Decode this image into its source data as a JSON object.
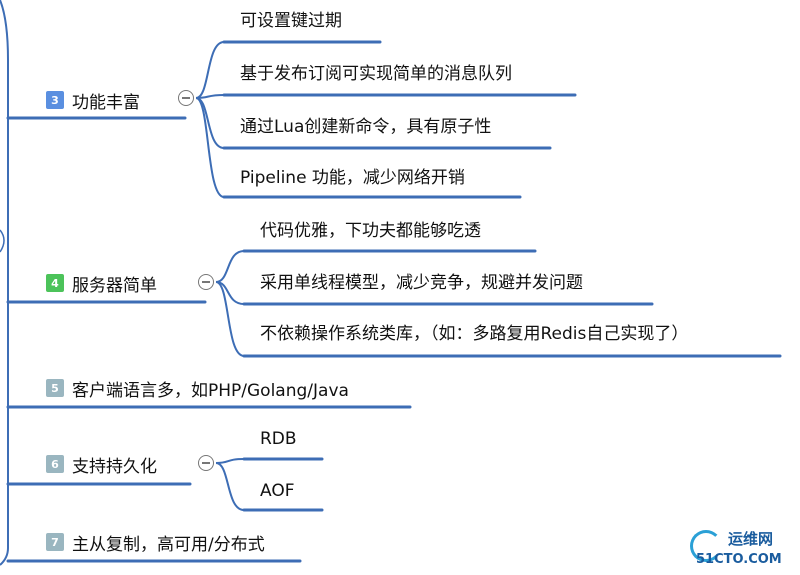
{
  "colors": {
    "connector": "#3d6db5",
    "badge_3": "#5a8fe0",
    "badge_4": "#4cc35a",
    "badge_gray": "#9ab6c0",
    "watermark": "#1a5c9e"
  },
  "branches": [
    {
      "number": "3",
      "label": "功能丰富",
      "collapsed": false,
      "children": [
        "可设置键过期",
        "基于发布订阅可实现简单的消息队列",
        "通过Lua创建新命令，具有原子性",
        "Pipeline 功能，减少网络开销"
      ]
    },
    {
      "number": "4",
      "label": "服务器简单",
      "collapsed": false,
      "children": [
        "代码优雅，下功夫都能够吃透",
        "采用单线程模型，减少竞争，规避并发问题",
        "不依赖操作系统类库，（如：多路复用Redis自己实现了）"
      ]
    },
    {
      "number": "5",
      "label": "客户端语言多，如PHP/Golang/Java",
      "children": []
    },
    {
      "number": "6",
      "label": "支持持久化",
      "collapsed": false,
      "children": [
        "RDB",
        "AOF"
      ]
    },
    {
      "number": "7",
      "label": "主从复制，高可用/分布式",
      "children": []
    }
  ],
  "watermark": {
    "title": "运维网",
    "subtitle": "51CTO.COM"
  }
}
